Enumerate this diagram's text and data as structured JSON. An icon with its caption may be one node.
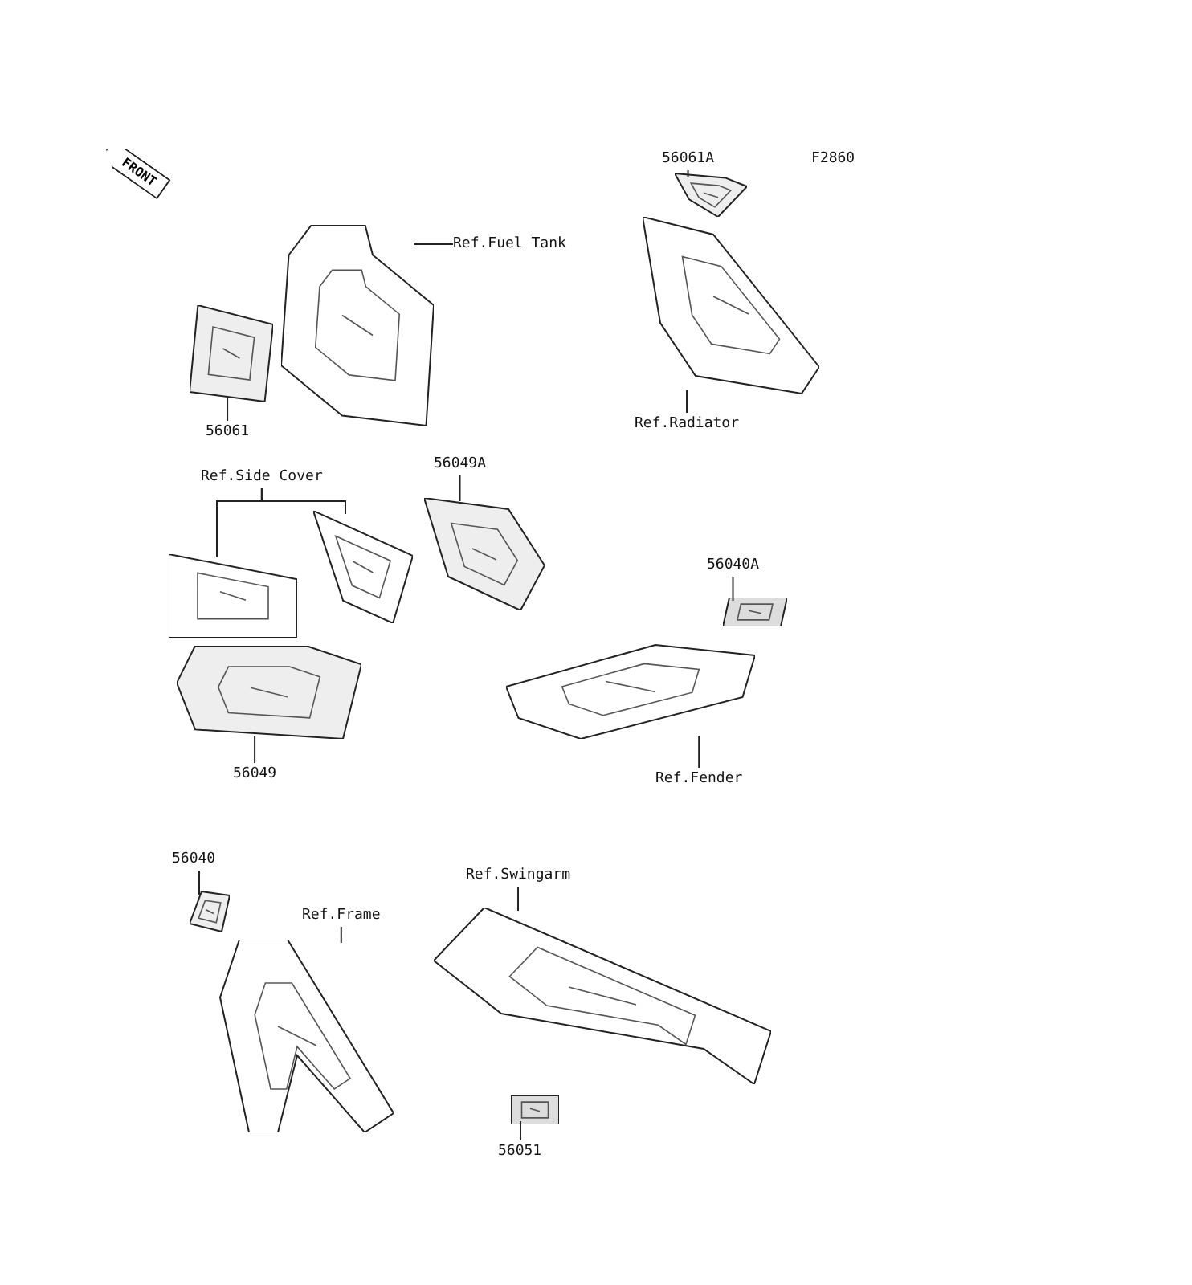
{
  "diagram": {
    "nodes": [
      {
        "text": [
          "Ref.Fuel Tank"
        ]
      },
      {
        "text": [],
        "shape": "picture"
      },
      {
        "text": [
          "56061"
        ]
      },
      {
        "text": [],
        "shape": "picture"
      },
      {
        "text": [
          "56061A"
        ]
      },
      {
        "text": [],
        "shape": "picture"
      },
      {
        "text": [
          "Ref.Radiator"
        ]
      },
      {
        "text": [],
        "shape": "picture"
      },
      {
        "text": [
          "Ref.Side Cover"
        ]
      },
      {
        "text": [],
        "shape": "picture"
      },
      {
        "text": [],
        "shape": "picture"
      },
      {
        "text": [
          "56049A"
        ]
      },
      {
        "text": [],
        "shape": "picture"
      },
      {
        "text": [
          "56040A"
        ]
      },
      {
        "text": [],
        "shape": "picture"
      },
      {
        "text": [
          "56049"
        ]
      },
      {
        "text": [],
        "shape": "picture"
      },
      {
        "text": [
          "Ref.Fender"
        ]
      },
      {
        "text": [],
        "shape": "picture"
      },
      {
        "text": [
          "56040"
        ]
      },
      {
        "text": [],
        "shape": "picture"
      },
      {
        "text": [
          "Ref.Frame"
        ]
      },
      {
        "text": [],
        "shape": "picture"
      },
      {
        "text": [
          "Ref.Swingarm"
        ]
      },
      {
        "text": [],
        "shape": "picture"
      },
      {
        "text": [
          "56051"
        ]
      },
      {
        "text": [],
        "shape": "picture"
      }
    ],
    "edges": [
      {
        "from": 0,
        "to": 1,
        "arrow": "none"
      },
      {
        "from": 2,
        "to": 3,
        "arrow": "none"
      },
      {
        "from": 4,
        "to": 5,
        "arrow": "none"
      },
      {
        "from": 6,
        "to": 7,
        "arrow": "none"
      },
      {
        "from": 8,
        "to": 9,
        "arrow": "none"
      },
      {
        "from": 8,
        "to": 10,
        "arrow": "none"
      },
      {
        "from": 11,
        "to": 12,
        "arrow": "none"
      },
      {
        "from": 13,
        "to": 14,
        "arrow": "none"
      },
      {
        "from": 15,
        "to": 16,
        "arrow": "none"
      },
      {
        "from": 17,
        "to": 18,
        "arrow": "none"
      },
      {
        "from": 19,
        "to": 20,
        "arrow": "none"
      },
      {
        "from": 21,
        "to": 22,
        "arrow": "none"
      },
      {
        "from": 23,
        "to": 24,
        "arrow": "none"
      },
      {
        "from": 25,
        "to": 26,
        "arrow": "none"
      }
    ],
    "labels": [
      "FRONT",
      "F2860"
    ]
  }
}
